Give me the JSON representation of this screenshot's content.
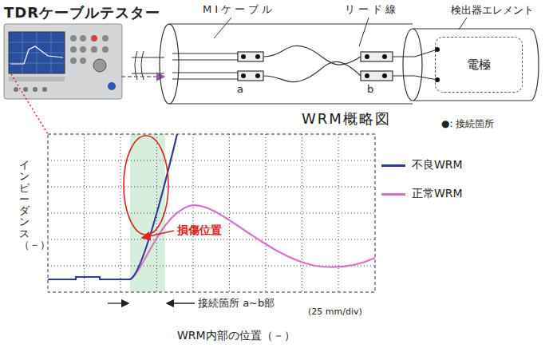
{
  "diagram": {
    "nodes": [
      {
        "text": [
          "検出器エレメント"
        ]
      },
      {
        "text": [
          "電極"
        ],
        "in": 0
      }
    ],
    "labels": [
      "TDRケーブルテスター",
      "MIケーブル",
      "リード線",
      "a",
      "b",
      "WRM概略図",
      "●: 接続箇所",
      "インピーダンス（－）",
      "損傷位置",
      "接続箇所 a~b部",
      "(25 mm/div)",
      "WRM内部の位置（－）"
    ],
    "legend": [
      {
        "text": "不良WRM",
        "color": "#2e3b9a"
      },
      {
        "text": "正常WRM",
        "color": "#d673c8"
      }
    ]
  }
}
